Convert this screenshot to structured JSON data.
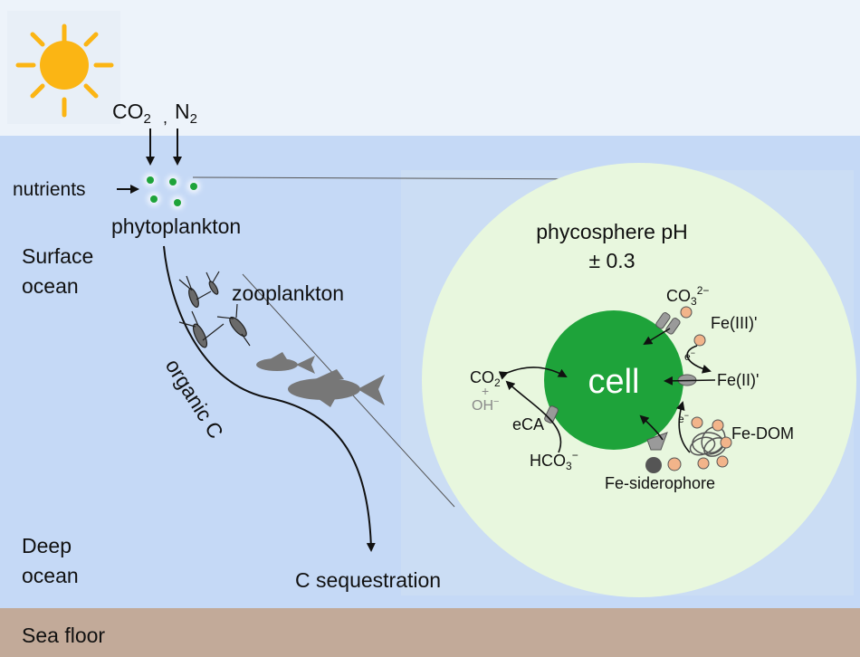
{
  "colors": {
    "sky": "#edf3fa",
    "ocean": "#c5d9f6",
    "sea_floor": "#c2aa99",
    "cell": "#1ea33a",
    "phycosphere": "#e8f7de",
    "particle": "#1ea33a",
    "iron": "#f2b48a",
    "sun": "#fbb514"
  },
  "atmosphere": {
    "gas_co2": "CO",
    "gas_co2_sub": "2",
    "separator": ",",
    "gas_n2": "N",
    "gas_n2_sub": "2"
  },
  "ocean_labels": {
    "nutrients": "nutrients",
    "phytoplankton": "phytoplankton",
    "surface_line1": "Surface",
    "surface_line2": "ocean",
    "zooplankton": "zooplankton",
    "organic_c": "organic C",
    "deep_line1": "Deep",
    "deep_line2": "ocean",
    "sequestration": "C sequestration",
    "sea_floor": "Sea floor"
  },
  "phycosphere": {
    "title_line1": "phycosphere pH",
    "title_line2": "± 0.3",
    "cell": "cell",
    "carbonate_base": "CO",
    "carbonate_sub": "3",
    "carbonate_sup": "2−",
    "fe3": "Fe(III)'",
    "electron": "e",
    "electron_sup": "−",
    "fe2": "Fe(II)'",
    "co2_base": "CO",
    "co2_sub": "2",
    "plus": "+",
    "hydroxide_base": "OH",
    "hydroxide_sup": "−",
    "eca": "eCA",
    "bicarbonate_base": "HCO",
    "bicarbonate_sub": "3",
    "bicarbonate_sup": "−",
    "fe_dom": "Fe-DOM",
    "fe_siderophore": "Fe-siderophore"
  }
}
